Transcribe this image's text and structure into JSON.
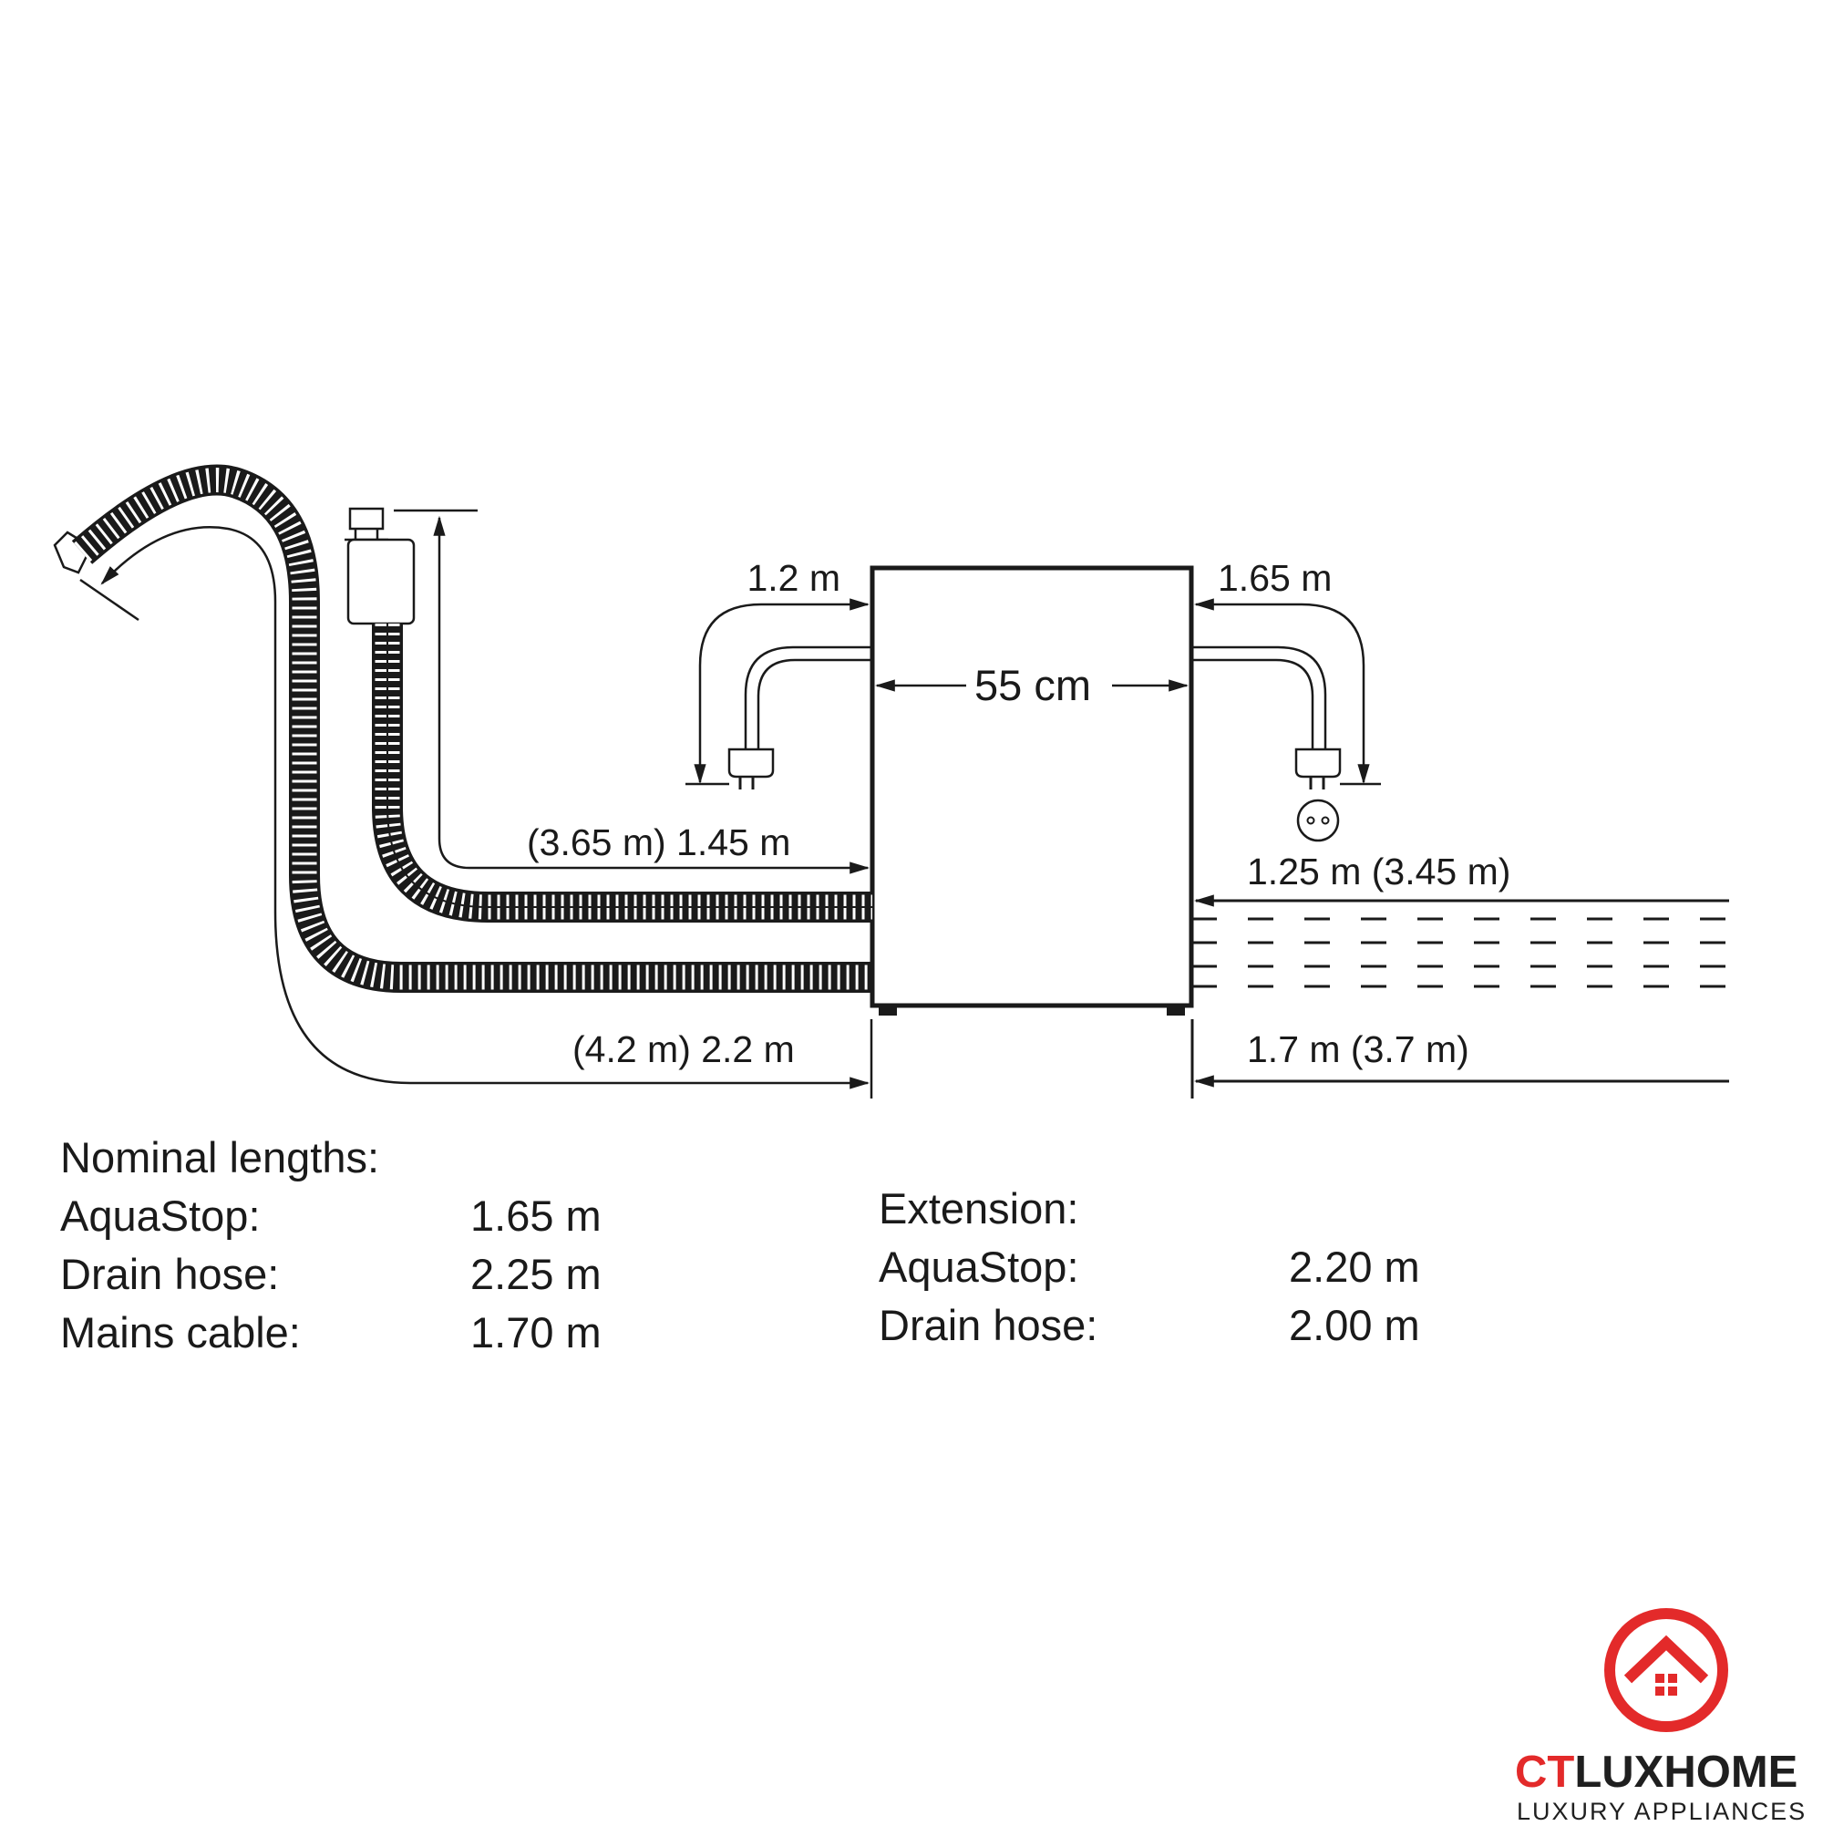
{
  "diagram": {
    "labels": {
      "left_cable": "1.2 m",
      "right_cable": "1.65 m",
      "width": "55 cm",
      "aquastop_left": "(3.65 m) 1.45 m",
      "aquastop_right": "1.25 m (3.45 m)",
      "drain_left": "(4.2 m) 2.2 m",
      "drain_right": "1.7 m (3.7 m)"
    }
  },
  "nominal": {
    "title": "Nominal lengths:",
    "rows": [
      {
        "label": "AquaStop:",
        "value": "1.65 m"
      },
      {
        "label": "Drain hose:",
        "value": "2.25 m"
      },
      {
        "label": "Mains cable:",
        "value": "1.70 m"
      }
    ]
  },
  "extension": {
    "title": "Extension:",
    "rows": [
      {
        "label": "AquaStop:",
        "value": "2.20 m"
      },
      {
        "label": "Drain hose:",
        "value": "2.00 m"
      }
    ]
  },
  "logo": {
    "brand_part1": "CT",
    "brand_part2": "LUXHOME",
    "tagline": "LUXURY APPLIANCES",
    "accent_color": "#e32a2a"
  }
}
